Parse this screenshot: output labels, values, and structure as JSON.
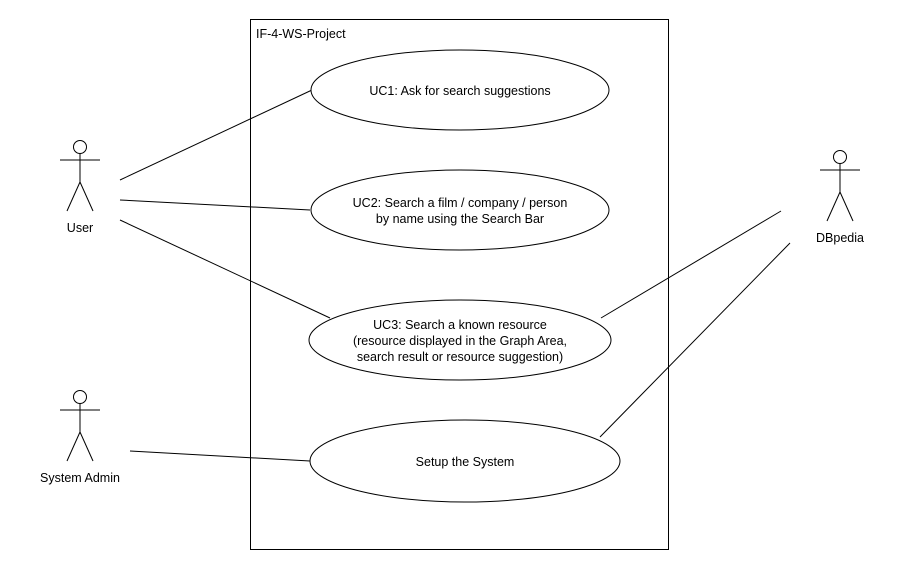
{
  "system": {
    "title": "IF-4-WS-Project"
  },
  "actors": {
    "user": "User",
    "system_admin": "System Admin",
    "dbpedia": "DBpedia"
  },
  "use_cases": {
    "uc1": [
      "UC1: Ask for search suggestions"
    ],
    "uc2": [
      "UC2: Search a film / company / person",
      "by name using the Search Bar"
    ],
    "uc3": [
      "UC3: Search a known resource",
      "(resource displayed in the Graph Area,",
      "search result or resource suggestion)"
    ],
    "setup": [
      "Setup the System"
    ]
  }
}
